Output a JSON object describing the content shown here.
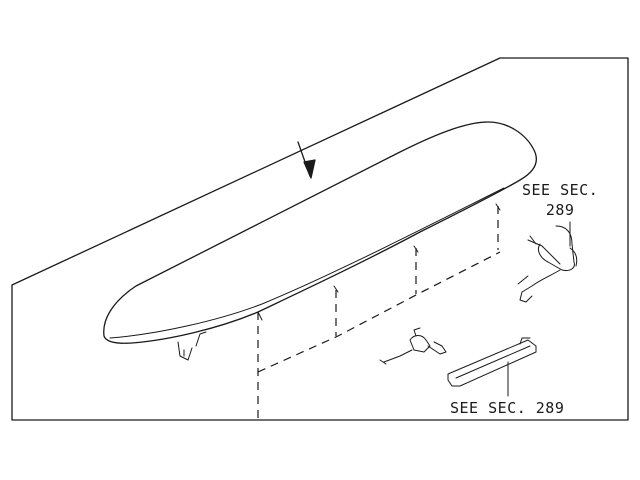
{
  "callouts": {
    "upper": {
      "line1": "SEE SEC.",
      "line2": "289"
    },
    "lower": {
      "text": "SEE SEC. 289"
    }
  }
}
